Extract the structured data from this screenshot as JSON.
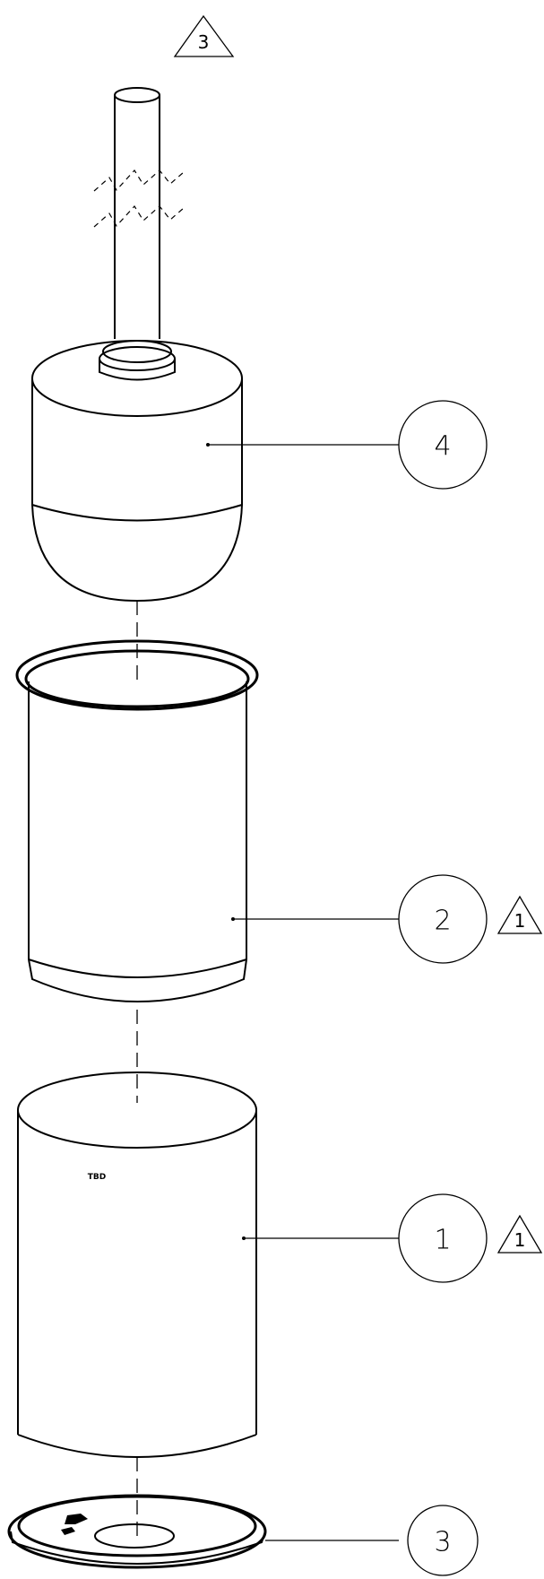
{
  "revision_marks": [
    {
      "id": "rev-top",
      "label": "3"
    },
    {
      "id": "rev-part2",
      "label": "1"
    },
    {
      "id": "rev-part1",
      "label": "1"
    }
  ],
  "callouts": [
    {
      "id": "item-4",
      "label": "4"
    },
    {
      "id": "item-2",
      "label": "2"
    },
    {
      "id": "item-1",
      "label": "1"
    },
    {
      "id": "item-3",
      "label": "3"
    }
  ],
  "parts": {
    "part1_marking": "TBD"
  }
}
